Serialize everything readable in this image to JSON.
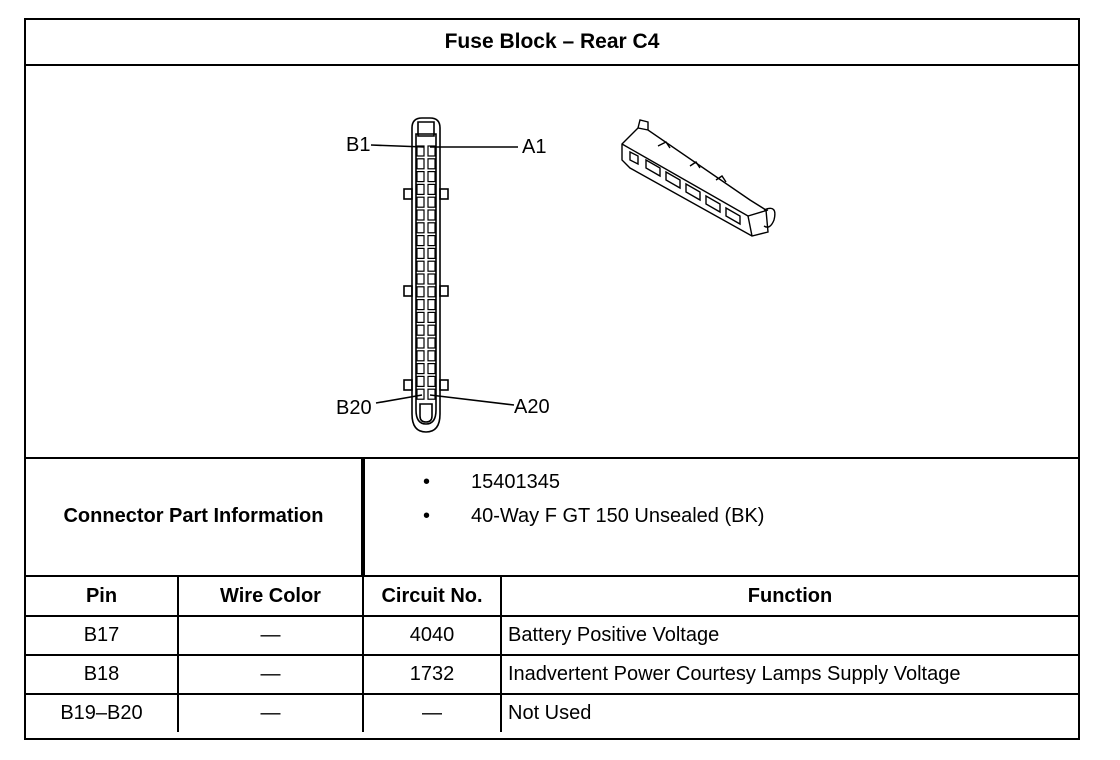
{
  "title": "Fuse Block – Rear C4",
  "diagram": {
    "pin_labels": {
      "top_left": "B1",
      "top_right": "A1",
      "bottom_left": "B20",
      "bottom_right": "A20"
    },
    "icons": [
      "connector-face-icon",
      "connector-isometric-icon"
    ]
  },
  "connector_info": {
    "label": "Connector Part Information",
    "items": [
      "15401345",
      "40-Way F GT 150 Unsealed (BK)"
    ],
    "bullet": "•"
  },
  "table": {
    "headers": [
      "Pin",
      "Wire Color",
      "Circuit No.",
      "Function"
    ],
    "rows": [
      {
        "pin": "B17",
        "wire_color": "—",
        "circuit": "4040",
        "function": "Battery Positive Voltage"
      },
      {
        "pin": "B18",
        "wire_color": "—",
        "circuit": "1732",
        "function": "Inadvertent Power Courtesy Lamps Supply Voltage"
      },
      {
        "pin": "B19–B20",
        "wire_color": "—",
        "circuit": "—",
        "function": "Not Used"
      }
    ]
  }
}
